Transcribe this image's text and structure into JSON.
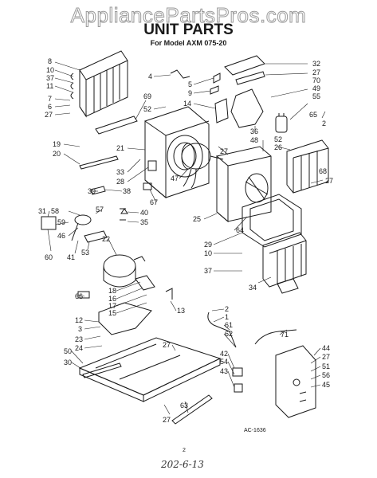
{
  "watermark": "AppliancePartsPros.com",
  "title": "UNIT PARTS",
  "subtitle": "For Model AXM 075-20",
  "diagram_code": "AC-1636",
  "page_number": "2",
  "handwritten_note": "202-6-13",
  "callouts": [
    {
      "id": "c8",
      "label": "8"
    },
    {
      "id": "c10a",
      "label": "10"
    },
    {
      "id": "c37a",
      "label": "37"
    },
    {
      "id": "c11",
      "label": "11"
    },
    {
      "id": "c7",
      "label": "7"
    },
    {
      "id": "c6",
      "label": "6"
    },
    {
      "id": "c27a",
      "label": "27"
    },
    {
      "id": "c4",
      "label": "4"
    },
    {
      "id": "c5",
      "label": "5"
    },
    {
      "id": "c9",
      "label": "9"
    },
    {
      "id": "c14",
      "label": "14"
    },
    {
      "id": "c69",
      "label": "69"
    },
    {
      "id": "c52a",
      "label": "52"
    },
    {
      "id": "c32",
      "label": "32"
    },
    {
      "id": "c27b",
      "label": "27"
    },
    {
      "id": "c70",
      "label": "70"
    },
    {
      "id": "c49",
      "label": "49"
    },
    {
      "id": "c55",
      "label": "55"
    },
    {
      "id": "c65",
      "label": "65"
    },
    {
      "id": "c2a",
      "label": "2"
    },
    {
      "id": "c36",
      "label": "36"
    },
    {
      "id": "c48",
      "label": "48"
    },
    {
      "id": "c52b",
      "label": "52"
    },
    {
      "id": "c26",
      "label": "26"
    },
    {
      "id": "c19",
      "label": "19"
    },
    {
      "id": "c20",
      "label": "20"
    },
    {
      "id": "c21",
      "label": "21"
    },
    {
      "id": "c33",
      "label": "33"
    },
    {
      "id": "c28",
      "label": "28"
    },
    {
      "id": "c47",
      "label": "47"
    },
    {
      "id": "c27c",
      "label": "27"
    },
    {
      "id": "c68",
      "label": "68"
    },
    {
      "id": "c27d",
      "label": "27"
    },
    {
      "id": "c39",
      "label": "39"
    },
    {
      "id": "c38",
      "label": "38"
    },
    {
      "id": "c67",
      "label": "67"
    },
    {
      "id": "c31",
      "label": "31"
    },
    {
      "id": "c58",
      "label": "58"
    },
    {
      "id": "c57",
      "label": "57"
    },
    {
      "id": "c40",
      "label": "40"
    },
    {
      "id": "c35",
      "label": "35"
    },
    {
      "id": "c25",
      "label": "25"
    },
    {
      "id": "c59",
      "label": "59"
    },
    {
      "id": "c46",
      "label": "46"
    },
    {
      "id": "c60",
      "label": "60"
    },
    {
      "id": "c41",
      "label": "41"
    },
    {
      "id": "c53",
      "label": "53"
    },
    {
      "id": "c22",
      "label": "22"
    },
    {
      "id": "c64",
      "label": "64"
    },
    {
      "id": "c29",
      "label": "29"
    },
    {
      "id": "c10b",
      "label": "10"
    },
    {
      "id": "c37b",
      "label": "37"
    },
    {
      "id": "c34",
      "label": "34"
    },
    {
      "id": "c66",
      "label": "66"
    },
    {
      "id": "c18",
      "label": "18"
    },
    {
      "id": "c16",
      "label": "16"
    },
    {
      "id": "c17",
      "label": "17"
    },
    {
      "id": "c15",
      "label": "15"
    },
    {
      "id": "c13",
      "label": "13"
    },
    {
      "id": "c12",
      "label": "12"
    },
    {
      "id": "c3",
      "label": "3"
    },
    {
      "id": "c23",
      "label": "23"
    },
    {
      "id": "c24",
      "label": "24"
    },
    {
      "id": "c2b",
      "label": "2"
    },
    {
      "id": "c1",
      "label": "1"
    },
    {
      "id": "c61",
      "label": "61"
    },
    {
      "id": "c62",
      "label": "62"
    },
    {
      "id": "c71",
      "label": "71"
    },
    {
      "id": "c27e",
      "label": "27"
    },
    {
      "id": "c50",
      "label": "50"
    },
    {
      "id": "c30",
      "label": "30"
    },
    {
      "id": "c42",
      "label": "42"
    },
    {
      "id": "c54",
      "label": "54"
    },
    {
      "id": "c43",
      "label": "43"
    },
    {
      "id": "c63",
      "label": "63"
    },
    {
      "id": "c44",
      "label": "44"
    },
    {
      "id": "c27f",
      "label": "27"
    },
    {
      "id": "c51",
      "label": "51"
    },
    {
      "id": "c56",
      "label": "56"
    },
    {
      "id": "c45",
      "label": "45"
    },
    {
      "id": "c27g",
      "label": "27"
    }
  ]
}
